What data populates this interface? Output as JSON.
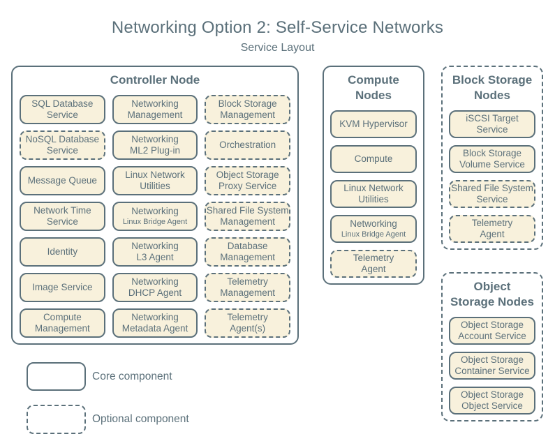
{
  "title": "Networking Option 2: Self-Service Networks",
  "subtitle": "Service Layout",
  "colors": {
    "ink": "#5b707a",
    "box_fill": "#f8f1dc",
    "background": "#ffffff"
  },
  "legend": [
    {
      "label": "Core component",
      "style": "solid"
    },
    {
      "label": "Optional component",
      "style": "dashed"
    }
  ],
  "nodes": [
    {
      "id": "controller",
      "title": "Controller Node",
      "style": "solid",
      "services": [
        {
          "label": "SQL Database\nService",
          "style": "solid"
        },
        {
          "label": "Networking\nManagement",
          "style": "solid"
        },
        {
          "label": "Block Storage\nManagement",
          "style": "dashed"
        },
        {
          "label": "NoSQL Database\nService",
          "style": "dashed"
        },
        {
          "label": "Networking\nML2 Plug-in",
          "style": "solid"
        },
        {
          "label": "Orchestration",
          "style": "dashed"
        },
        {
          "label": "Message Queue",
          "style": "solid"
        },
        {
          "label": "Linux Network\nUtilities",
          "style": "solid"
        },
        {
          "label": "Object Storage\nProxy Service",
          "style": "dashed"
        },
        {
          "label": "Network Time\nService",
          "style": "solid"
        },
        {
          "label": "Networking",
          "sublabel": "Linux Bridge Agent",
          "style": "solid"
        },
        {
          "label": "Shared File System\nManagement",
          "style": "dashed"
        },
        {
          "label": "Identity",
          "style": "solid"
        },
        {
          "label": "Networking\nL3 Agent",
          "style": "solid"
        },
        {
          "label": "Database\nManagement",
          "style": "dashed"
        },
        {
          "label": "Image Service",
          "style": "solid"
        },
        {
          "label": "Networking\nDHCP Agent",
          "style": "solid"
        },
        {
          "label": "Telemetry\nManagement",
          "style": "dashed"
        },
        {
          "label": "Compute\nManagement",
          "style": "solid"
        },
        {
          "label": "Networking\nMetadata Agent",
          "style": "solid"
        },
        {
          "label": "Telemetry\nAgent(s)",
          "style": "dashed"
        }
      ]
    },
    {
      "id": "compute",
      "title": "Compute\nNodes",
      "style": "solid",
      "services": [
        {
          "label": "KVM Hypervisor",
          "style": "solid"
        },
        {
          "label": "Compute",
          "style": "solid"
        },
        {
          "label": "Linux Network\nUtilities",
          "style": "solid"
        },
        {
          "label": "Networking",
          "sublabel": "Linux Bridge Agent",
          "style": "solid"
        },
        {
          "label": "Telemetry\nAgent",
          "style": "dashed"
        }
      ]
    },
    {
      "id": "block-storage",
      "title": "Block Storage\nNodes",
      "style": "dashed",
      "services": [
        {
          "label": "iSCSI Target\nService",
          "style": "solid"
        },
        {
          "label": "Block Storage\nVolume Service",
          "style": "solid"
        },
        {
          "label": "Shared File System\nService",
          "style": "dashed"
        },
        {
          "label": "Telemetry\nAgent",
          "style": "dashed"
        }
      ]
    },
    {
      "id": "object-storage",
      "title": "Object\nStorage Nodes",
      "style": "dashed",
      "services": [
        {
          "label": "Object Storage\nAccount Service",
          "style": "solid"
        },
        {
          "label": "Object Storage\nContainer Service",
          "style": "solid"
        },
        {
          "label": "Object Storage\nObject Service",
          "style": "solid"
        }
      ]
    }
  ]
}
